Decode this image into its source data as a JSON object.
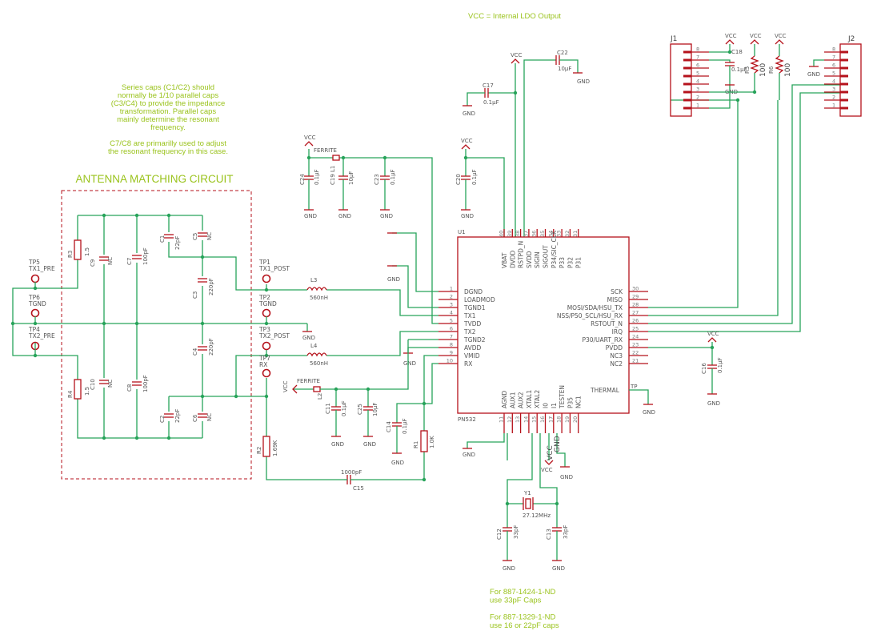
{
  "top_note": "VCC = Internal LDO Output",
  "series_caps_note": [
    "Series caps (C1/C2) should",
    "normally be 1/10 parallel caps",
    "(C3/C4) to provide the impedance",
    "transformation.  Parallel caps",
    "mainly determine the resonant",
    "frequency.",
    "",
    "C7/C8 are primarilly used to adjust",
    "the resonant frequency in this case."
  ],
  "antenna_title": "ANTENNA MATCHING CIRCUIT",
  "crystal_note": [
    "For  887-1424-1-ND",
    "use 33pF Caps",
    "",
    "For  887-1329-1-ND",
    "use 16 or 22pF caps"
  ],
  "labels": {
    "vcc": "VCC",
    "gnd": "GND",
    "ferrite": "FERRITE",
    "u1": "U1",
    "pn532": "PN532",
    "j1": "J1",
    "j2": "J2",
    "thermal": "THERMAL",
    "tp": "TP",
    "y1": "Y1",
    "y1_val": "27.12MHz"
  },
  "test_points": [
    {
      "ref": "TP5",
      "net": "TX1_PRE"
    },
    {
      "ref": "TP6",
      "net": "TGND"
    },
    {
      "ref": "TP4",
      "net": "TX2_PRE"
    },
    {
      "ref": "TP1",
      "net": "TX1_POST"
    },
    {
      "ref": "TP2",
      "net": "TGND"
    },
    {
      "ref": "TP3",
      "net": "TX2_POST"
    },
    {
      "ref": "TP7",
      "net": "RX"
    }
  ],
  "components": {
    "r3": {
      "ref": "R3",
      "val": "1.5"
    },
    "r4": {
      "ref": "R4",
      "val": "1.5"
    },
    "c9": {
      "ref": "C9",
      "val": "NC"
    },
    "c10": {
      "ref": "C10",
      "val": "NC"
    },
    "c7": {
      "ref": "C7",
      "val": "100pF"
    },
    "c8": {
      "ref": "C8",
      "val": "100pF"
    },
    "c1": {
      "ref": "C1",
      "val": "22pF"
    },
    "c2": {
      "ref": "C2",
      "val": "22pF"
    },
    "c5": {
      "ref": "C5",
      "val": "NC"
    },
    "c6": {
      "ref": "C6",
      "val": "NC"
    },
    "c3": {
      "ref": "C3",
      "val": "220pF"
    },
    "c4": {
      "ref": "C4",
      "val": "220pF"
    },
    "l3": {
      "ref": "L3",
      "val": "560nH"
    },
    "l4": {
      "ref": "L4",
      "val": "560nH"
    },
    "r2": {
      "ref": "R2",
      "val": "1.69K"
    },
    "c15": {
      "ref": "C15",
      "val": "1000pF"
    },
    "c24": {
      "ref": "C24",
      "val": "0.1µF"
    },
    "c19": {
      "ref": "C19",
      "val": "10µF"
    },
    "c23": {
      "ref": "C23",
      "val": "0.1µF"
    },
    "l1": {
      "ref": "L1"
    },
    "c20": {
      "ref": "C20",
      "val": "0.1µF"
    },
    "c17": {
      "ref": "C17",
      "val": "0.1µF"
    },
    "c22": {
      "ref": "C22",
      "val": "10µF"
    },
    "c18": {
      "ref": "C18",
      "val": "0.1µF"
    },
    "r5": {
      "ref": "R5",
      "val": "100"
    },
    "r6": {
      "ref": "R6",
      "val": "100"
    },
    "l2": {
      "ref": "L2"
    },
    "c11": {
      "ref": "C11",
      "val": "0.1µF"
    },
    "c25": {
      "ref": "C25",
      "val": "10µF"
    },
    "c14": {
      "ref": "C14",
      "val": "0.1µF"
    },
    "r1": {
      "ref": "R1",
      "val": "1.0K"
    },
    "c16": {
      "ref": "C16",
      "val": "0.1µF"
    },
    "c12": {
      "ref": "C12",
      "val": "33pF"
    },
    "c13": {
      "ref": "C13",
      "val": "33pF"
    }
  },
  "u1_left_pins": [
    {
      "num": "1",
      "name": "DGND"
    },
    {
      "num": "2",
      "name": "LOADMOD"
    },
    {
      "num": "3",
      "name": "TGND1"
    },
    {
      "num": "4",
      "name": "TX1"
    },
    {
      "num": "5",
      "name": "TVDD"
    },
    {
      "num": "6",
      "name": "TX2"
    },
    {
      "num": "7",
      "name": "TGND2"
    },
    {
      "num": "8",
      "name": "AVDD"
    },
    {
      "num": "9",
      "name": "VMID"
    },
    {
      "num": "10",
      "name": "RX"
    }
  ],
  "u1_right_pins": [
    {
      "num": "30",
      "name": "SCK"
    },
    {
      "num": "29",
      "name": "MISO"
    },
    {
      "num": "28",
      "name": "MOSI/SDA/HSU_TX"
    },
    {
      "num": "27",
      "name": "NSS/P50_SCL/HSU_RX"
    },
    {
      "num": "26",
      "name": "RSTOUT_N"
    },
    {
      "num": "25",
      "name": "IRQ"
    },
    {
      "num": "24",
      "name": "P30/UART_RX"
    },
    {
      "num": "23",
      "name": "PVDD"
    },
    {
      "num": "22",
      "name": "NC3"
    },
    {
      "num": "21",
      "name": "NC2"
    }
  ],
  "u1_top_pins": [
    {
      "num": "40",
      "name": "VBAT"
    },
    {
      "num": "39",
      "name": "DVDD"
    },
    {
      "num": "38",
      "name": "RSTPD_N"
    },
    {
      "num": "37",
      "name": "SVDD"
    },
    {
      "num": "36",
      "name": "SIGIN"
    },
    {
      "num": "35",
      "name": "SIGOUT"
    },
    {
      "num": "34",
      "name": "P34/SIC_CLK"
    },
    {
      "num": "33",
      "name": "P33"
    },
    {
      "num": "32",
      "name": "P32"
    },
    {
      "num": "31",
      "name": "P31"
    }
  ],
  "u1_bottom_pins": [
    {
      "num": "11",
      "name": "AGND"
    },
    {
      "num": "12",
      "name": "AUX1"
    },
    {
      "num": "13",
      "name": "AUX2"
    },
    {
      "num": "14",
      "name": "XTAL1"
    },
    {
      "num": "15",
      "name": "XTAL2"
    },
    {
      "num": "16",
      "name": "I0"
    },
    {
      "num": "17",
      "name": "I1"
    },
    {
      "num": "18",
      "name": "TESTEN"
    },
    {
      "num": "19",
      "name": "P35"
    },
    {
      "num": "20",
      "name": "NC1"
    }
  ],
  "j1_pins": [
    "8",
    "7",
    "6",
    "5",
    "4",
    "3",
    "2",
    "1"
  ],
  "j2_pins": [
    "8",
    "7",
    "6",
    "5",
    "4",
    "3",
    "2",
    "1"
  ]
}
